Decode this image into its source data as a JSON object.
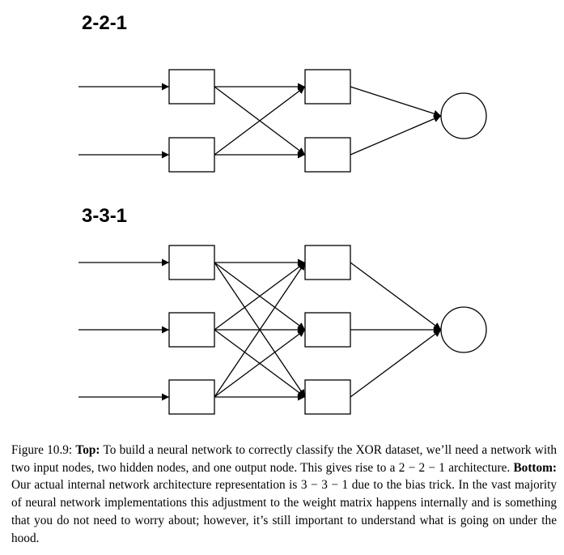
{
  "diagrams": [
    {
      "title": "2-2-1",
      "inputs": 2,
      "hidden": 2,
      "outputs": 1
    },
    {
      "title": "3-3-1",
      "inputs": 3,
      "hidden": 3,
      "outputs": 1
    }
  ],
  "caption": {
    "label": "Figure 10.9:",
    "top_label": "Top:",
    "top_text": "To build a neural network to correctly classify the XOR dataset, we’ll need a network with two input nodes, two hidden nodes, and one output node. This gives rise to a 2 − 2 − 1 architecture.",
    "bottom_label": "Bottom:",
    "bottom_text": "Our actual internal network architecture representation is 3 − 3 − 1 due to the bias trick. In the vast majority of neural network implementations this adjustment to the weight matrix happens internally and is something that you do not need to worry about; however, it’s still important to understand what is going on under the hood."
  }
}
